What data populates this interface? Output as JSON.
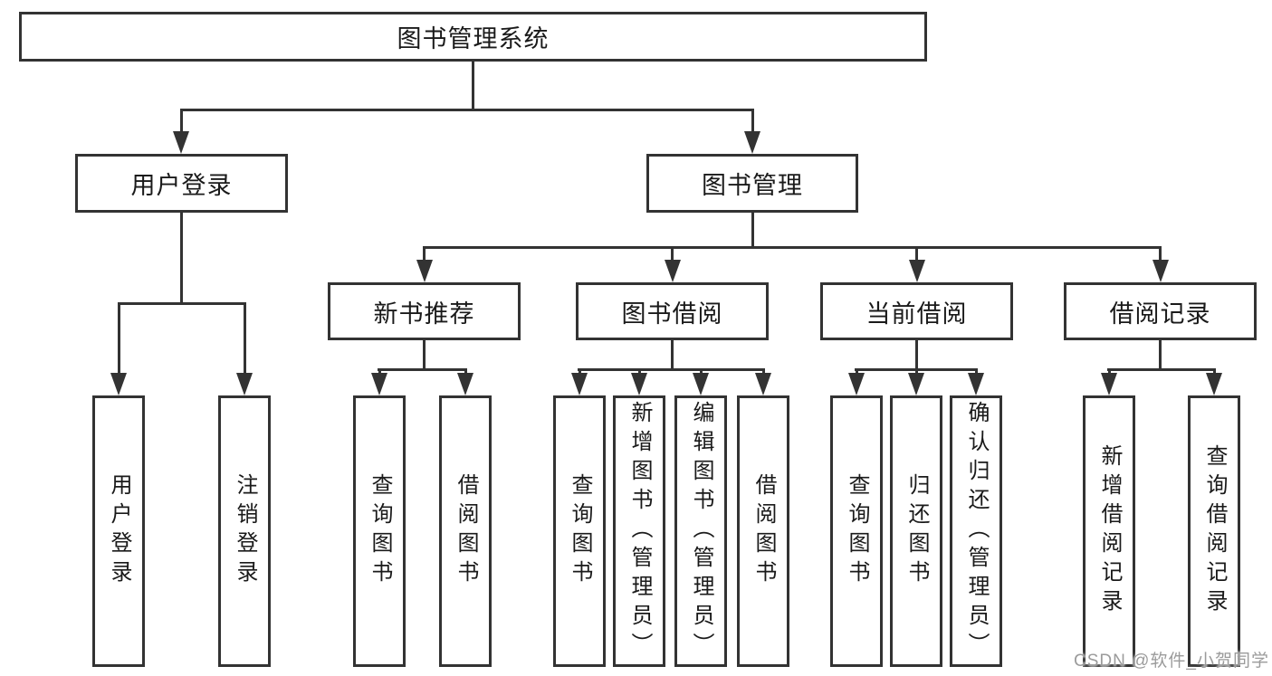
{
  "diagram": {
    "root": {
      "label": "图书管理系统"
    },
    "user_login": {
      "label": "用户登录",
      "children": {
        "login": {
          "label": "用户登录"
        },
        "logout": {
          "label": "注销登录"
        }
      }
    },
    "book_mgmt": {
      "label": "图书管理",
      "new_book_rec": {
        "label": "新书推荐",
        "children": {
          "query_book": {
            "label": "查询图书"
          },
          "borrow_book": {
            "label": "借阅图书"
          }
        }
      },
      "book_borrow": {
        "label": "图书借阅",
        "children": {
          "query_book": {
            "label": "查询图书"
          },
          "add_book": {
            "label": "新增图书（管理员）"
          },
          "edit_book": {
            "label": "编辑图书（管理员）"
          },
          "borrow_book": {
            "label": "借阅图书"
          }
        }
      },
      "current_borrow": {
        "label": "当前借阅",
        "children": {
          "query_book": {
            "label": "查询图书"
          },
          "return_book": {
            "label": "归还图书"
          },
          "confirm_return": {
            "label": "确认归还（管理员）"
          }
        }
      },
      "borrow_record": {
        "label": "借阅记录",
        "children": {
          "add_record": {
            "label": "新增借阅记录"
          },
          "query_record": {
            "label": "查询借阅记录"
          }
        }
      }
    }
  },
  "watermark": {
    "text": "CSDN @软件_小贺同学"
  },
  "colors": {
    "line": "#333333",
    "box_border": "#333333",
    "box_fill": "#ffffff",
    "text": "#1a1a1a",
    "background": "#ffffff",
    "watermark": "#9b9b9b"
  }
}
